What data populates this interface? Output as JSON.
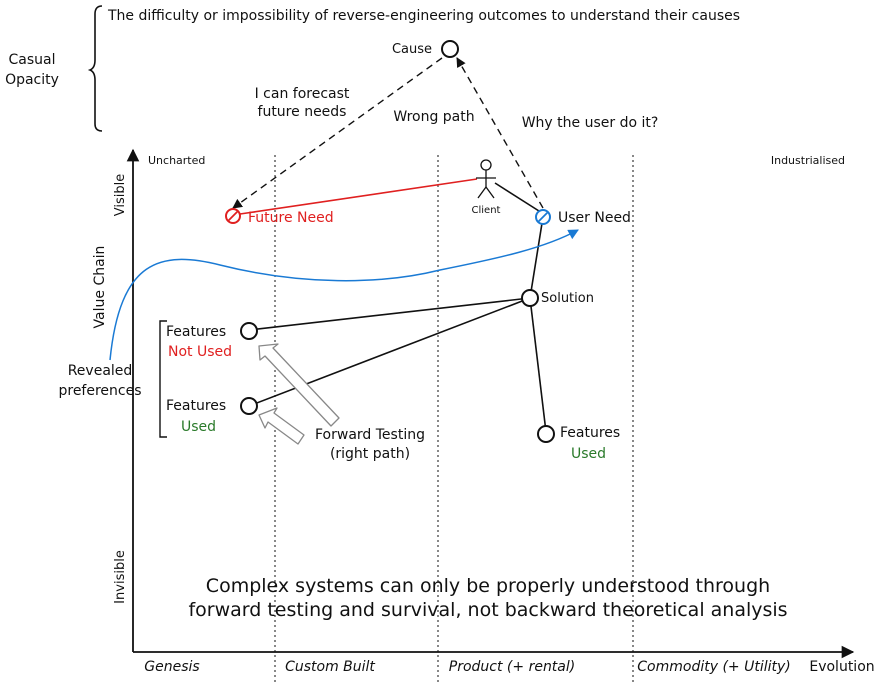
{
  "header": {
    "definition": "The difficulty or impossibility of reverse-engineering outcomes to understand their causes",
    "term_line1": "Casual",
    "term_line2": "Opacity"
  },
  "axes": {
    "y_title": "Value Chain",
    "y_top": "Visible",
    "y_bottom": "Invisible",
    "x_title": "Evolution",
    "x_stages": [
      "Genesis",
      "Custom Built",
      "Product (+ rental)",
      "Commodity (+ Utility)"
    ],
    "left_corner": "Uncharted",
    "right_corner": "Industrialised"
  },
  "nodes": {
    "cause": "Cause",
    "client": "Client",
    "future_need": "Future Need",
    "user_need": "User Need",
    "solution": "Solution",
    "features_not_used_label": "Features",
    "features_not_used_status": "Not Used",
    "features_used_label": "Features",
    "features_used_status": "Used",
    "features_right_label": "Features",
    "features_right_status": "Used"
  },
  "annotations": {
    "forecast_line1": "I can forecast",
    "forecast_line2": "future needs",
    "wrong_path": "Wrong path",
    "why_user": "Why the user do it?",
    "revealed_line1": "Revealed",
    "revealed_line2": "preferences",
    "forward_line1": "Forward Testing",
    "forward_line2": "(right path)"
  },
  "conclusion": {
    "line1": "Complex systems can only be properly understood through",
    "line2": "forward testing and survival, not backward theoretical analysis"
  },
  "colors": {
    "red": "#e02020",
    "blue": "#1a7ad4",
    "green": "#2a7a2a",
    "ink": "#111111",
    "arrow_fill": "#ffffff",
    "arrow_stroke": "#888888"
  }
}
